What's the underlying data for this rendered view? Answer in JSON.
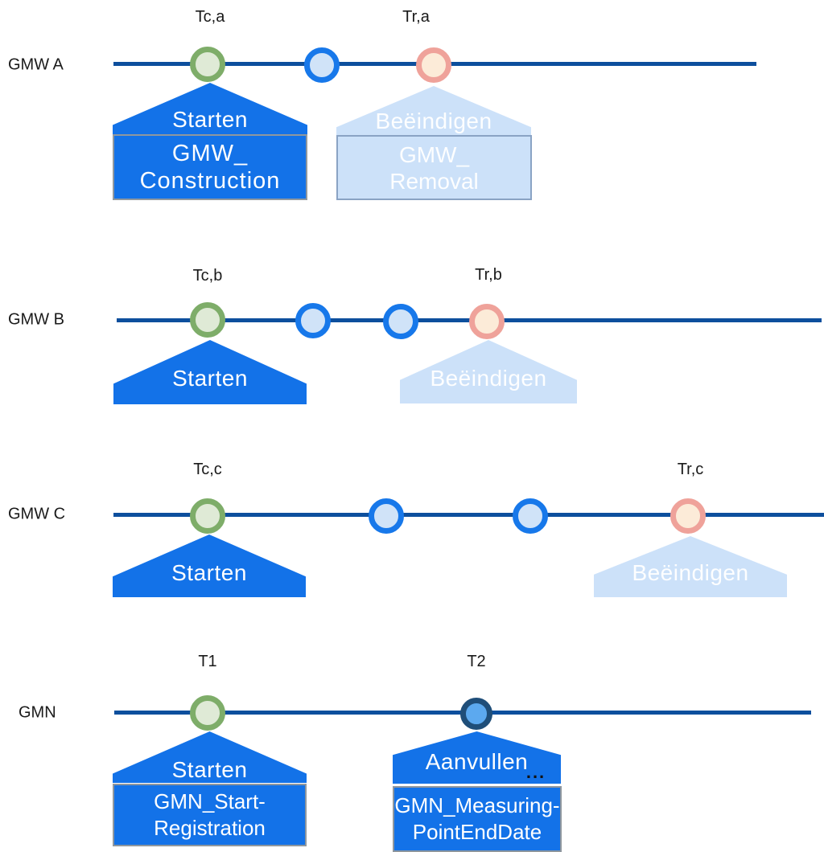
{
  "rows": [
    {
      "label": "GMW A",
      "t_labels": [
        "Tc,a",
        "Tr,a"
      ],
      "start_banner": {
        "title": "Starten",
        "name_line1": "GMW_",
        "name_line2": "Construction"
      },
      "end_banner": {
        "title": "Beëindigen",
        "name_line1": "GMW_",
        "name_line2": "Removal"
      }
    },
    {
      "label": "GMW B",
      "t_labels": [
        "Tc,b",
        "Tr,b"
      ],
      "start_banner": {
        "title": "Starten"
      },
      "end_banner": {
        "title": "Beëindigen"
      }
    },
    {
      "label": "GMW C",
      "t_labels": [
        "Tc,c",
        "Tr,c"
      ],
      "start_banner": {
        "title": "Starten"
      },
      "end_banner": {
        "title": "Beëindigen"
      }
    },
    {
      "label": "GMN",
      "t_labels": [
        "T1",
        "T2"
      ],
      "start_banner": {
        "title": "Starten",
        "name_line1": "GMN_Start-",
        "name_line2": "Registration"
      },
      "aanvullen_banner": {
        "title": "Aanvullen",
        "ellipsis": "...",
        "name_line1": "GMN_Measuring-",
        "name_line2": "PointEndDate"
      }
    }
  ],
  "colors": {
    "timeline": "#0D4F9D",
    "banner_blue": "#1372E8",
    "banner_light_blue": "#CCE1F9",
    "light_banner_border": "#8AA3C4",
    "dark_banner_border": "#8F979E",
    "marker_green_border": "#7EAD69",
    "marker_green_fill": "#DFEAD6",
    "marker_blue_border": "#1778EA",
    "marker_blue_fill": "#D0E3F8",
    "marker_orange_border": "#EFA29A",
    "marker_orange_fill": "#FCEBD8",
    "marker_navy_border": "#1F4E79",
    "marker_navy_fill": "#5CA9EF",
    "label_text": "#1A1A1A",
    "banner_text": "#FFFFFF"
  }
}
